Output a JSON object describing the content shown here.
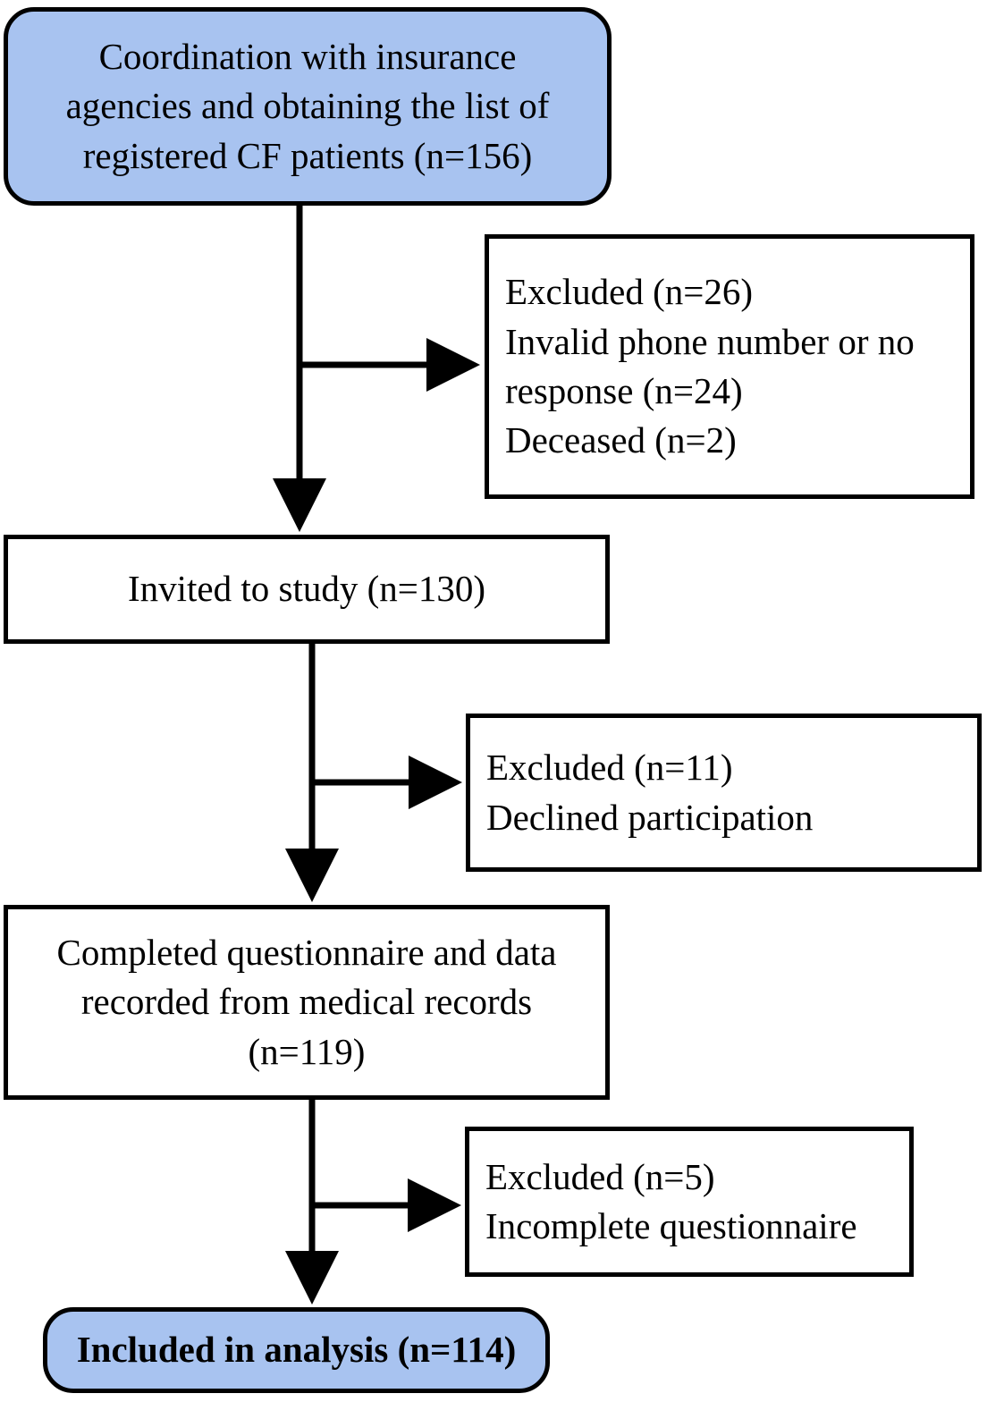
{
  "figure": {
    "type": "flowchart",
    "orientation": "vertical",
    "colors": {
      "terminal_fill": "#a8c3f0",
      "process_fill": "#ffffff",
      "stroke": "#000000",
      "text": "#000000"
    }
  },
  "nodes": {
    "source": {
      "shape": "rounded-rectangle",
      "fill": "#a8c3f0",
      "align": "center",
      "bold": false,
      "lines": [
        "Coordination with insurance",
        "agencies and obtaining the list of",
        "registered CF patients (n=156)"
      ]
    },
    "excluded_1": {
      "shape": "rectangle",
      "fill": "#ffffff",
      "align": "left",
      "bold": false,
      "lines": [
        "Excluded (n=26)",
        "Invalid phone number or no",
        "response (n=24)",
        "Deceased (n=2)"
      ]
    },
    "invited": {
      "shape": "rectangle",
      "fill": "#ffffff",
      "align": "center",
      "bold": false,
      "lines": [
        "Invited to study (n=130)"
      ]
    },
    "excluded_2": {
      "shape": "rectangle",
      "fill": "#ffffff",
      "align": "left",
      "bold": false,
      "lines": [
        "Excluded (n=11)",
        "Declined participation"
      ]
    },
    "completed": {
      "shape": "rectangle",
      "fill": "#ffffff",
      "align": "center",
      "bold": false,
      "lines": [
        "Completed questionnaire and data",
        "recorded from medical records",
        "(n=119)"
      ]
    },
    "excluded_3": {
      "shape": "rectangle",
      "fill": "#ffffff",
      "align": "left",
      "bold": false,
      "lines": [
        "Excluded (n=5)",
        "Incomplete questionnaire"
      ]
    },
    "included": {
      "shape": "rounded-rectangle",
      "fill": "#a8c3f0",
      "align": "center",
      "bold": true,
      "lines": [
        "Included in analysis (n=114)"
      ]
    }
  },
  "connectors": [
    {
      "name": "source-to-invited",
      "kind": "arrow-down",
      "from": "source",
      "to": "invited"
    },
    {
      "name": "source-to-excluded-1",
      "kind": "arrow-right",
      "from": "source",
      "to": "excluded_1"
    },
    {
      "name": "invited-to-completed",
      "kind": "arrow-down",
      "from": "invited",
      "to": "completed"
    },
    {
      "name": "invited-to-excluded-2",
      "kind": "arrow-right",
      "from": "invited",
      "to": "excluded_2"
    },
    {
      "name": "completed-to-included",
      "kind": "arrow-down",
      "from": "completed",
      "to": "included"
    },
    {
      "name": "completed-to-excluded-3",
      "kind": "arrow-right",
      "from": "completed",
      "to": "excluded_3"
    }
  ],
  "counts": {
    "registered": 156,
    "excluded_step_1": 26,
    "invalid_phone_or_no_response": 24,
    "deceased": 2,
    "invited": 130,
    "excluded_step_2": 11,
    "completed": 119,
    "excluded_step_3": 5,
    "included": 114
  }
}
